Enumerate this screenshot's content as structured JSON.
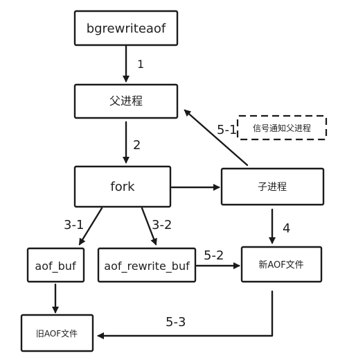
{
  "nodes": {
    "bgrewriteaof": "bgrewriteaof",
    "parent": "父进程",
    "fork": "fork",
    "child": "子进程",
    "signal": "信号通知父进程",
    "aof_buf": "aof_buf",
    "aof_rewrite_buf": "aof_rewrite_buf",
    "new_aof": "新AOF文件",
    "old_aof": "旧AOF文件"
  },
  "edges": {
    "e1": "1",
    "e2": "2",
    "e3_1": "3-1",
    "e3_2": "3-2",
    "e4": "4",
    "e5_1": "5-1",
    "e5_2": "5-2",
    "e5_3": "5-3"
  },
  "colors": {
    "ink": "#1a1a1a",
    "background": "#ffffff"
  }
}
